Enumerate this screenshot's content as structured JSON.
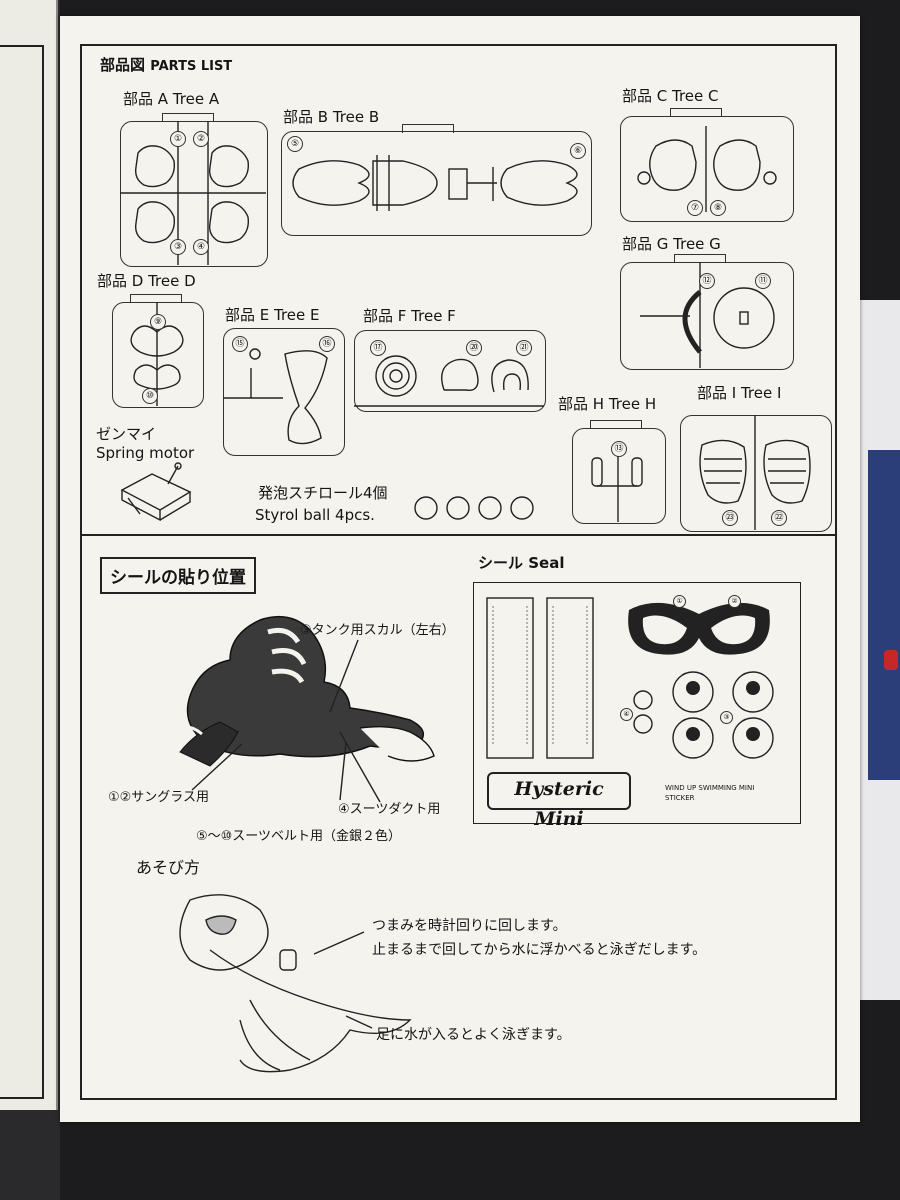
{
  "header": {
    "title_ja": "部品図",
    "title_en": "PARTS LIST"
  },
  "trees": {
    "a": "部品 A Tree A",
    "b": "部品 B Tree B",
    "c": "部品 C Tree C",
    "d": "部品 D Tree D",
    "e": "部品 E Tree E",
    "f": "部品 F Tree F",
    "g": "部品 G Tree G",
    "h": "部品 H Tree H",
    "i": "部品 I Tree I"
  },
  "part_numbers": {
    "n1": "①",
    "n2": "②",
    "n3": "③",
    "n4": "④",
    "n5": "⑤",
    "n6": "⑥",
    "n7": "⑦",
    "n8": "⑧",
    "n9": "⑨",
    "n10": "⑩",
    "n11": "⑪",
    "n12": "⑫",
    "n13": "⑬",
    "n15": "⑮",
    "n16": "⑯",
    "n17": "⑰",
    "n20": "⑳",
    "n21": "㉑",
    "n22": "㉒",
    "n23": "㉓"
  },
  "spring_motor": {
    "ja": "ゼンマイ",
    "en": "Spring motor"
  },
  "styrol": {
    "ja": "発泡スチロール4個",
    "en": "Styrol ball 4pcs."
  },
  "sticker_position": {
    "title": "シールの貼り位置",
    "tank_skull": "③タンク用スカル（左右）",
    "sunglasses": "①②サングラス用",
    "suit_duct": "④スーツダクト用",
    "suit_belt": "⑤～⑩スーツベルト用（金銀２色）"
  },
  "seal": {
    "title": "シール Seal",
    "logo": "Hysteric Mini",
    "caption_line1": "WIND UP SWIMMING MINI",
    "caption_line2": "STICKER"
  },
  "howto": {
    "title": "あそび方",
    "line1": "つまみを時計回りに回します。",
    "line2": "止まるまで回してから水に浮かべると泳ぎだします。",
    "line3": "足に水が入るとよく泳ぎます。"
  }
}
